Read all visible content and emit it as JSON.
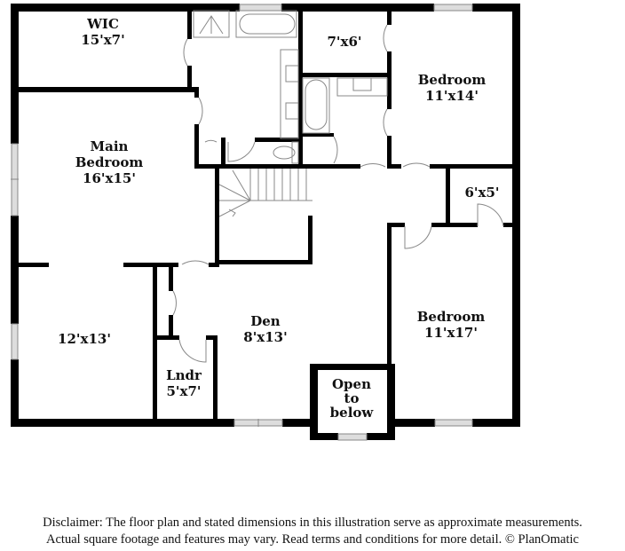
{
  "floor_plan": {
    "wall_color": "#000000",
    "fixture_color": "#888888",
    "window_fill": "#dddddd",
    "rooms": [
      {
        "id": "wic",
        "name": "WIC",
        "dimensions": "15'x7'"
      },
      {
        "id": "main-bedroom",
        "name": "Main Bedroom",
        "name_line1": "Main",
        "name_line2": "Bedroom",
        "dimensions": "16'x15'"
      },
      {
        "id": "closet-top",
        "name": "",
        "dimensions": "7'x6'"
      },
      {
        "id": "bedroom-2",
        "name": "Bedroom",
        "dimensions": "11'x14'"
      },
      {
        "id": "closet-right",
        "name": "",
        "dimensions": "6'x5'"
      },
      {
        "id": "sitting-room",
        "name": "",
        "dimensions": "12'x13'"
      },
      {
        "id": "den",
        "name": "Den",
        "dimensions": "8'x13'"
      },
      {
        "id": "laundry",
        "name": "Lndr",
        "dimensions": "5'x7'"
      },
      {
        "id": "open-to-below",
        "name": "Open to below",
        "name_line1": "Open",
        "name_line2": "to",
        "name_line3": "below",
        "dimensions": ""
      },
      {
        "id": "bedroom-3",
        "name": "Bedroom",
        "dimensions": "11'x17'"
      }
    ]
  },
  "disclaimer": {
    "line1": "Disclaimer: The floor plan and stated dimensions in this illustration serve as approximate measurements.",
    "line2": "Actual square footage and features may vary. Read terms and conditions for more detail. © PlanOmatic"
  }
}
